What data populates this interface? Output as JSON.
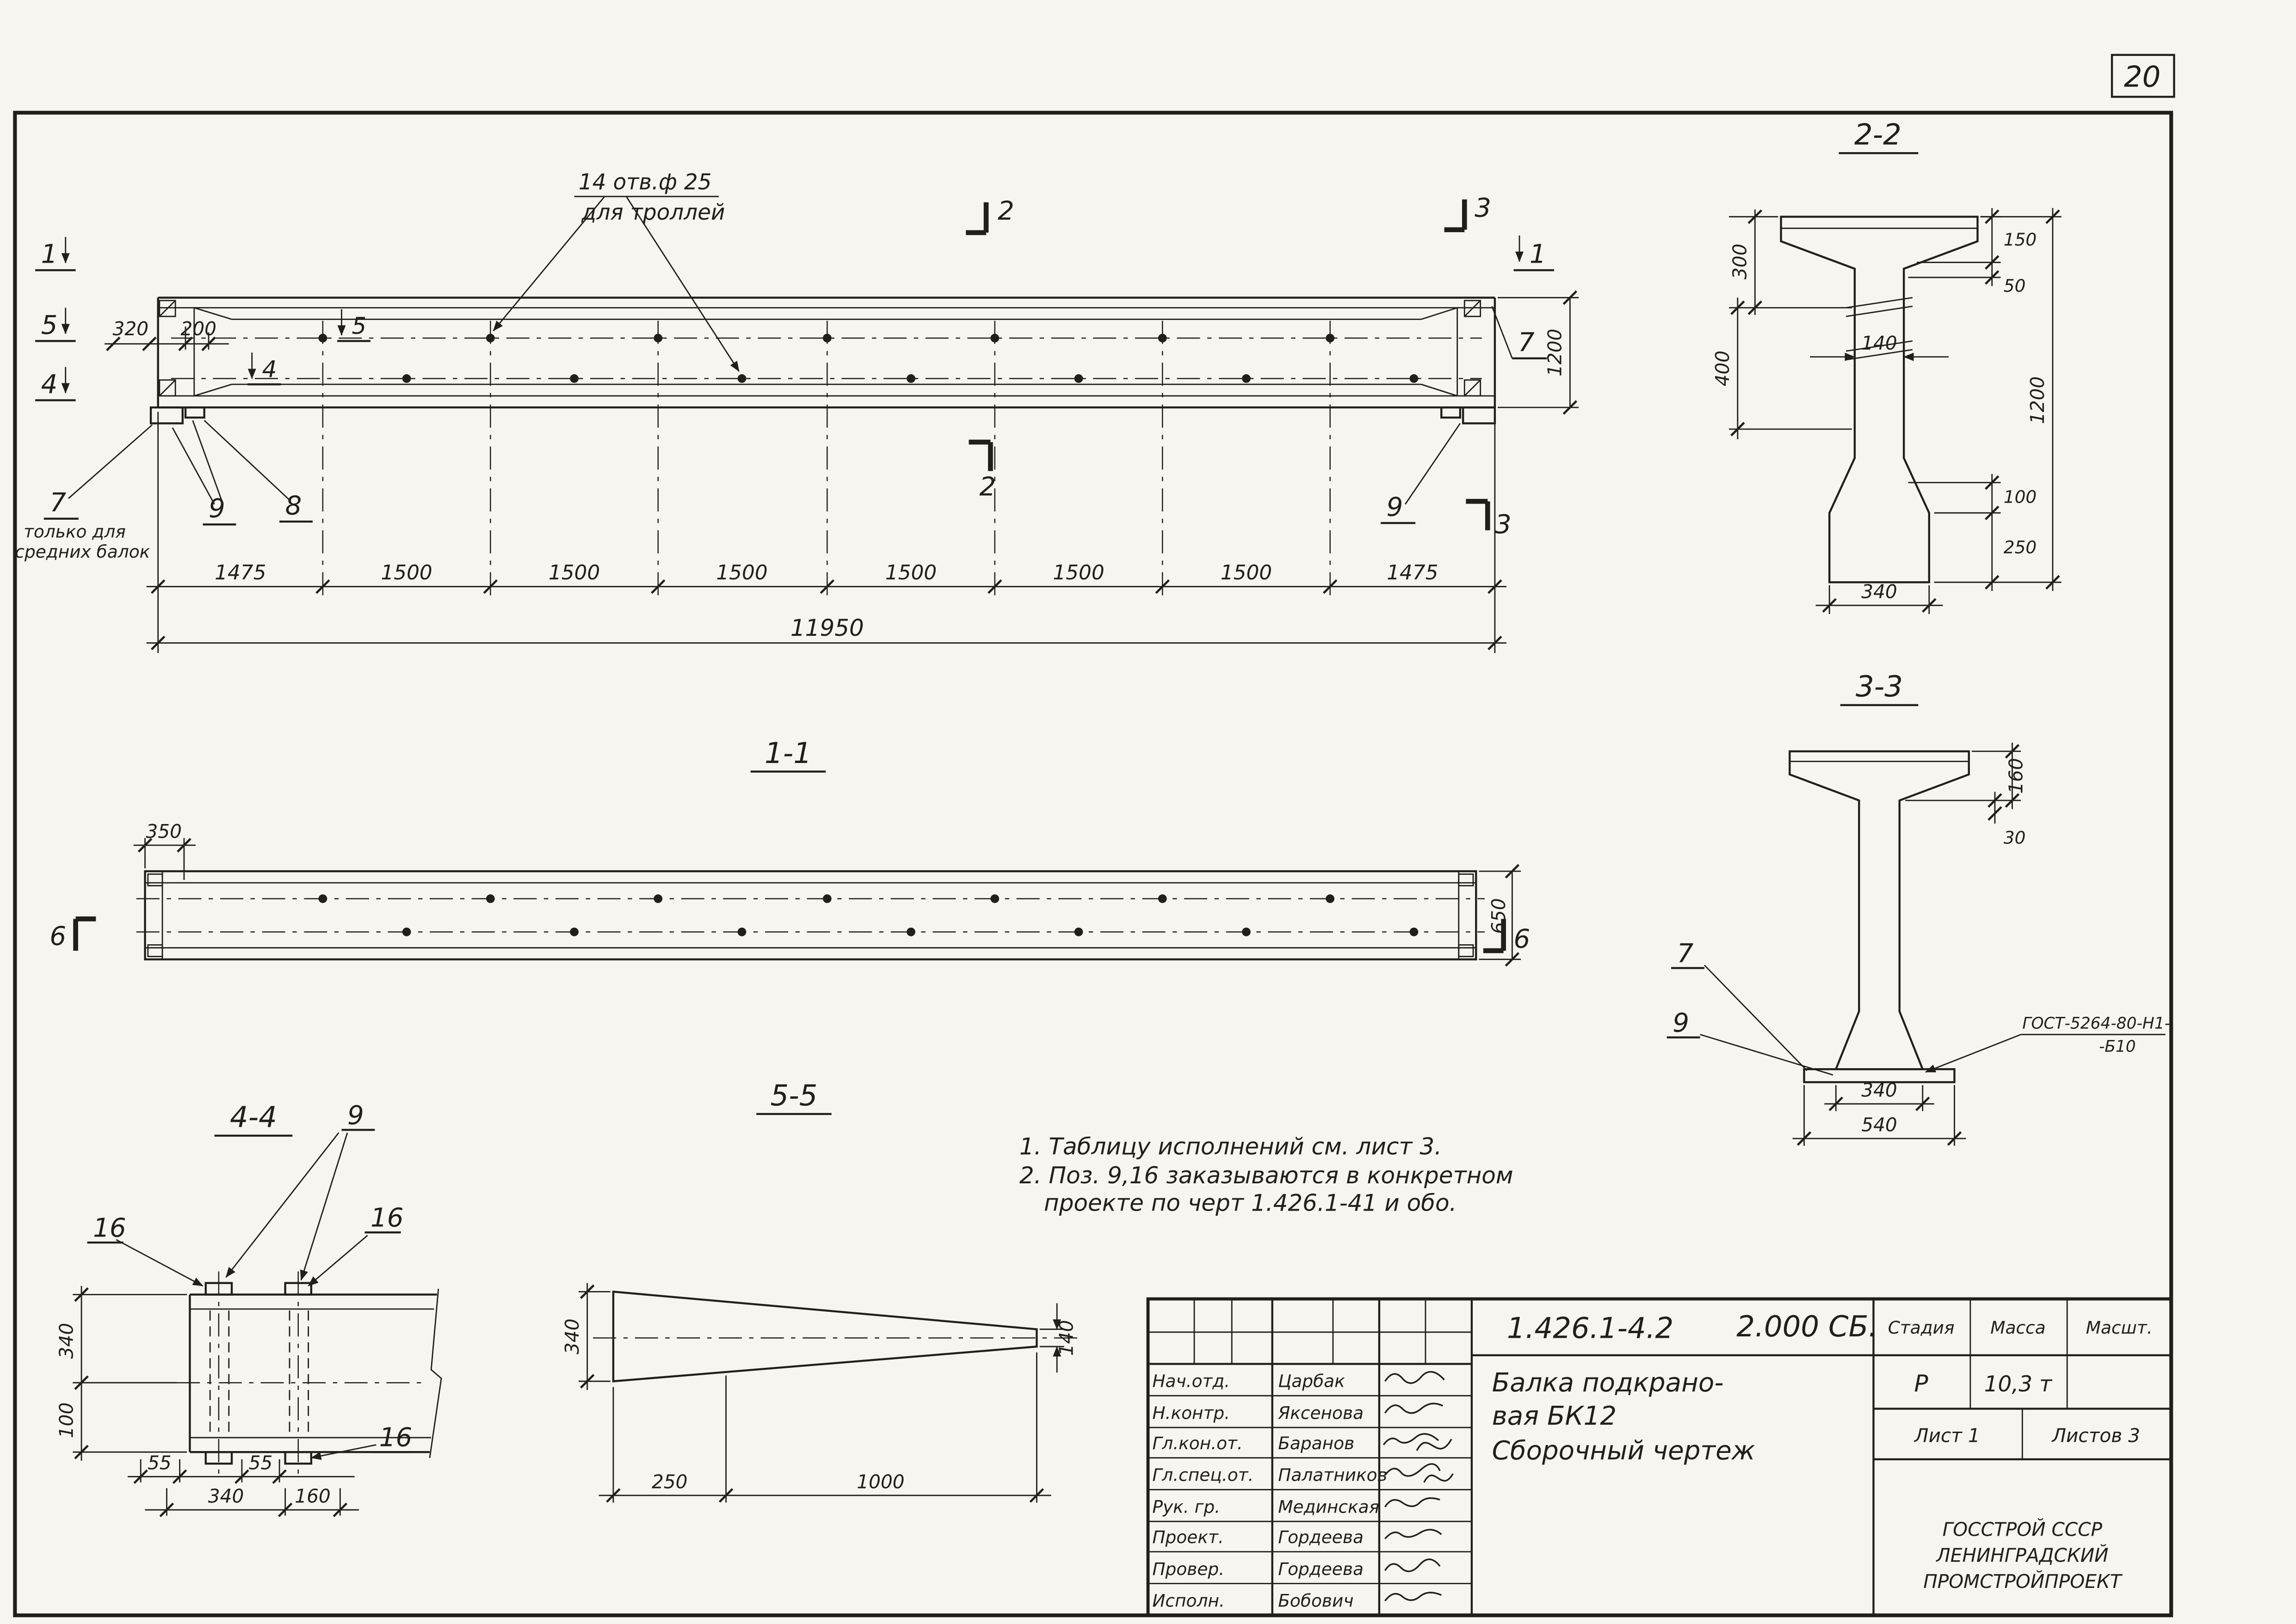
{
  "page": {
    "sheet_number": "20"
  },
  "cuts": {
    "c1": "1",
    "c2": "2",
    "c3": "3",
    "c4": "4",
    "c5": "5",
    "c6": "6"
  },
  "positions": {
    "p7": "7",
    "p8": "8",
    "p9": "9",
    "p16": "16"
  },
  "elevation": {
    "callout_line1": "14 отв.ф 25",
    "callout_line2": "для троллей",
    "note_only_line1": "только для",
    "note_only_line2": "средних балок",
    "dim_320": "320",
    "dim_200": "200",
    "dim_1200": "1200",
    "chain": [
      "1475",
      "1500",
      "1500",
      "1500",
      "1500",
      "1500",
      "1500",
      "1475"
    ],
    "total": "11950"
  },
  "section11": {
    "title": "1-1",
    "dim_350": "350",
    "dim_650": "650"
  },
  "section22": {
    "title": "2-2",
    "dim_300": "300",
    "dim_400": "400",
    "dim_140": "140",
    "dim_150": "150",
    "dim_50": "50",
    "dim_100": "100",
    "dim_250": "250",
    "dim_1200": "1200",
    "dim_340": "340"
  },
  "section33": {
    "title": "3-3",
    "dim_160": "160",
    "dim_30": "30",
    "dim_340": "340",
    "dim_540": "540",
    "weld_note_line1": "ГОСТ-5264-80-Н1-",
    "weld_note_line2": "-Б10"
  },
  "section44": {
    "title": "4-4",
    "dim_340_side": "340",
    "dim_100": "100",
    "dim_55_a": "55",
    "dim_55_b": "55",
    "dim_340_bottom": "340",
    "dim_160": "160"
  },
  "section55": {
    "title": "5-5",
    "dim_340": "340",
    "dim_140": "140",
    "dim_250": "250",
    "dim_1000": "1000"
  },
  "notes": {
    "line1": "1. Таблицу исполнений  см. лист 3.",
    "line2": "2. Поз. 9,16 заказываются в конкретном",
    "line3": "проекте по черт 1.426.1-41 и обо."
  },
  "title_block": {
    "doc_number": "1.426.1-4.2",
    "doc_suffix": "2.000 СБ.",
    "staff": [
      {
        "role": "Нач.отд.",
        "name": "Царбак"
      },
      {
        "role": "Н.контр.",
        "name": "Яксенова"
      },
      {
        "role": "Гл.кон.от.",
        "name": "Баранов"
      },
      {
        "role": "Гл.спец.от.",
        "name": "Палатников"
      },
      {
        "role": "Рук. гр.",
        "name": "Мединская"
      },
      {
        "role": "Проект.",
        "name": "Гордеева"
      },
      {
        "role": "Провер.",
        "name": "Гордеева"
      },
      {
        "role": "Исполн.",
        "name": "Бобович"
      }
    ],
    "title_line1": "Балка подкрано-",
    "title_line2": "вая БК12",
    "title_line3": "Сборочный чертеж",
    "stage_label": "Стадия",
    "mass_label": "Масса",
    "scale_label": "Масшт.",
    "stage_value": "Р",
    "mass_value": "10,3 т",
    "sheet_label": "Лист 1",
    "sheets_label": "Листов 3",
    "org_line1": "ГОССТРОЙ СССР",
    "org_line2": "ЛЕНИНГРАДСКИЙ",
    "org_line3": "ПРОМСТРОЙПРОЕКТ"
  }
}
